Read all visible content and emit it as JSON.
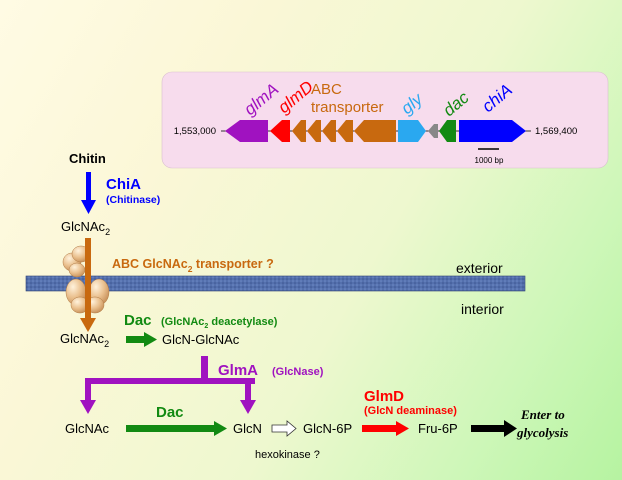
{
  "genome_map": {
    "start_coord": "1,553,000",
    "end_coord": "1,569,400",
    "scale_label": "1000 bp",
    "genes": {
      "glmA": "glmA",
      "glmD": "glmD",
      "abc_line1": "ABC",
      "abc_line2": "transporter",
      "gly": "gly",
      "dac": "dac",
      "chiA": "chiA"
    }
  },
  "pathway": {
    "chitin": "Chitin",
    "chiA_enzyme": "ChiA",
    "chiA_desc": "(Chitinase)",
    "glcnac2_outer_base": "GlcNAc",
    "glcnac2_outer_sub": "2",
    "transporter_pre": "ABC GlcNAc",
    "transporter_sub": "2",
    "transporter_post": " transporter ?",
    "exterior": "exterior",
    "interior": "interior",
    "dac_enzyme": "Dac",
    "dac_desc_pre": "(GlcNAc",
    "dac_desc_sub": "2",
    "dac_desc_post": " deacetylase)",
    "glcnac2_inner_base": "GlcNAc",
    "glcnac2_inner_sub": "2",
    "glcn_glcnac": "GlcN-GlcNAc",
    "glma_enzyme": "GlmA",
    "glma_desc": "(GlcNase)",
    "glcnac": "GlcNAc",
    "dac2": "Dac",
    "glcn": "GlcN",
    "glcn6p": "GlcN-6P",
    "hexokinase": "hexokinase ?",
    "glmd_enzyme": "GlmD",
    "glmd_desc": "(GlcN deaminase)",
    "fru6p": "Fru-6P",
    "glycolysis_line1": "Enter to",
    "glycolysis_line2": "glycolysis"
  },
  "colors": {
    "glmA": "#a012c0",
    "glmD": "#ff0000",
    "abc": "#c8690f",
    "gly": "#2aa8f0",
    "dac": "#128a12",
    "chiA": "#0000ff",
    "membrane": "#4e6aa8",
    "gene_panel": "#f7dced"
  }
}
